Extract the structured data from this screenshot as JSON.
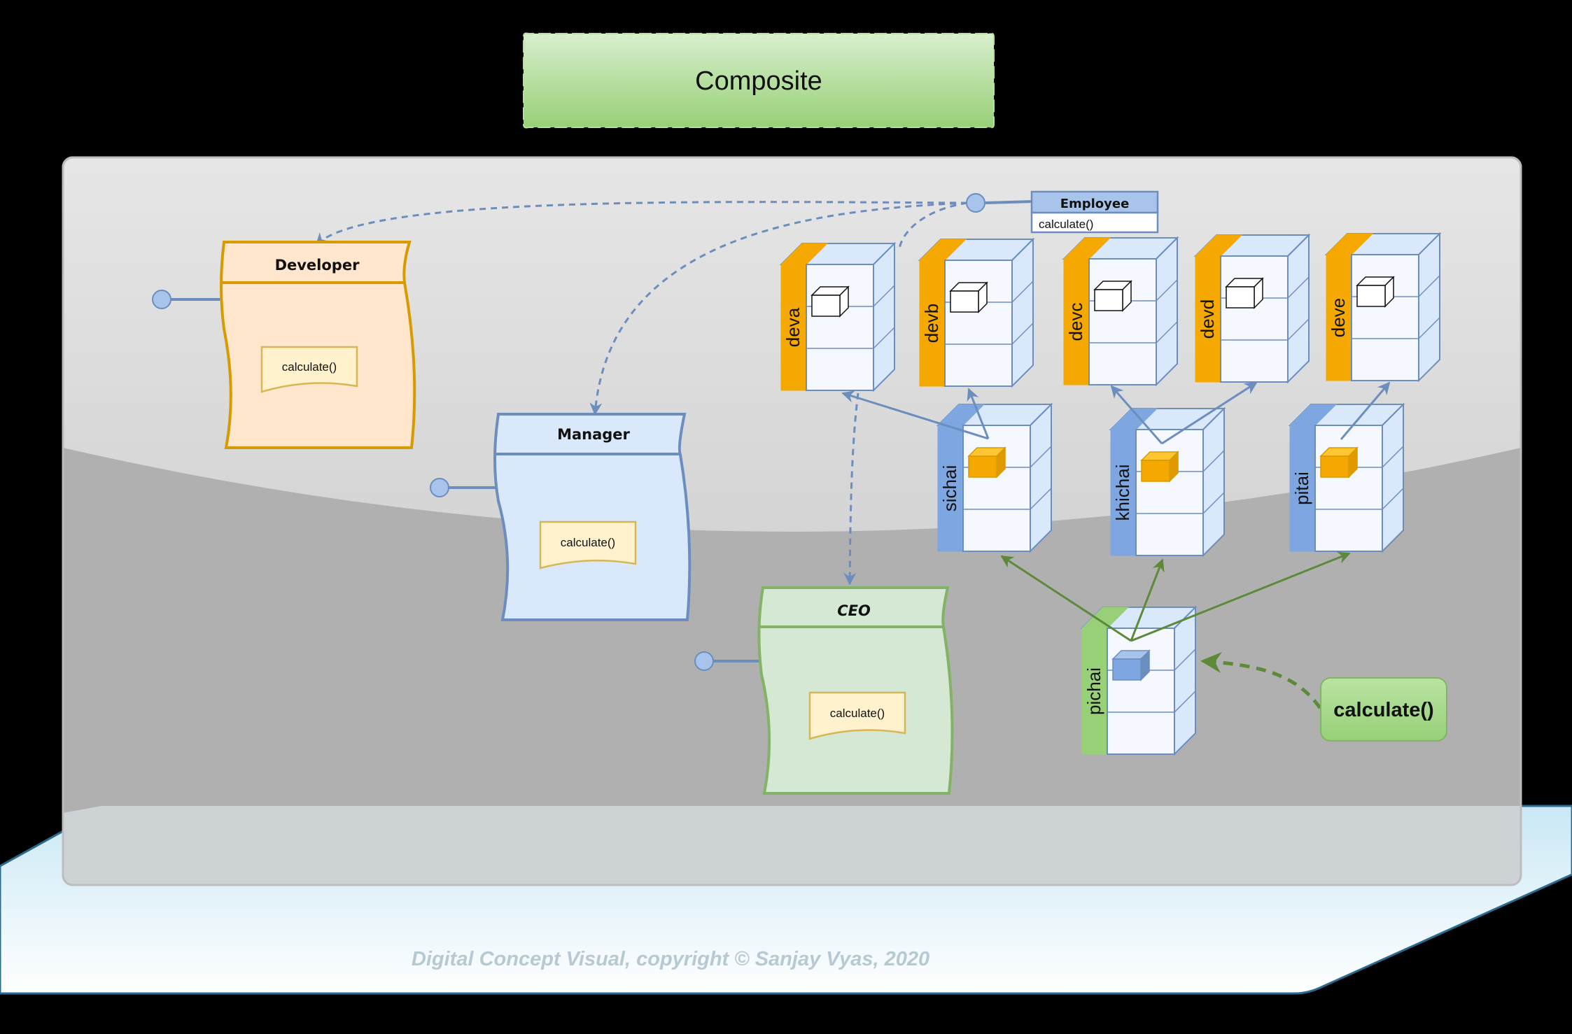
{
  "title": "Composite",
  "footer": "Digital Concept Visual, copyright © Sanjay Vyas, 2020",
  "interface": {
    "name": "Employee",
    "method": "calculate()"
  },
  "classes": {
    "developer": {
      "name": "Developer",
      "method": "calculate()"
    },
    "manager": {
      "name": "Manager",
      "method": "calculate()"
    },
    "ceo": {
      "name": "CEO",
      "method": "calculate()"
    }
  },
  "developers": [
    "deva",
    "devb",
    "devc",
    "devd",
    "deve"
  ],
  "managers": [
    "sichai",
    "khichai",
    "pitai"
  ],
  "ceo_object": "pichai",
  "call_button": "calculate()",
  "colors": {
    "developer_fill": "#ffe6cc",
    "developer_stroke": "#d79b00",
    "manager_fill": "#dae8fc",
    "manager_stroke": "#6c8ebf",
    "ceo_fill": "#d5e8d4",
    "ceo_stroke": "#82b366",
    "method_fill": "#fff2cc",
    "method_stroke": "#d6b656",
    "orange_tab": "#f5a800",
    "blue_tab": "#7ea6e0",
    "green_tab": "#97d077",
    "arrow_blue": "#6c8ebf",
    "arrow_green": "#5d8a3a"
  }
}
